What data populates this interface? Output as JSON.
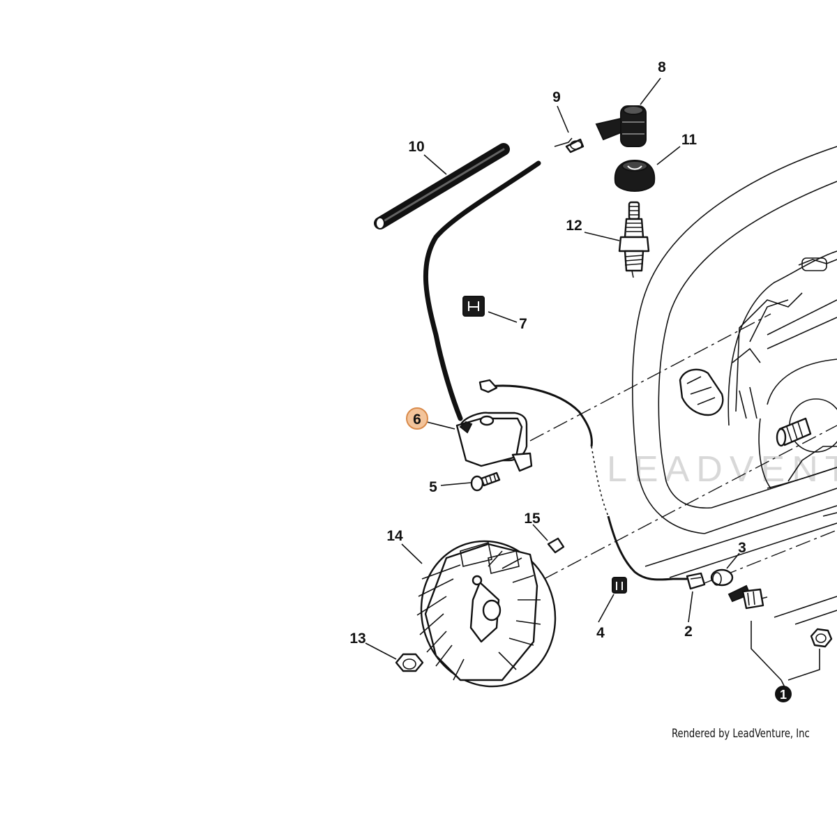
{
  "callouts": {
    "c1": "1",
    "c2": "2",
    "c3": "3",
    "c4": "4",
    "c5": "5",
    "c6": "6",
    "c7": "7",
    "c8": "8",
    "c9": "9",
    "c10": "10",
    "c11": "11",
    "c12": "12",
    "c13": "13",
    "c14": "14",
    "c15": "15"
  },
  "highlight_color": "#f3c49b",
  "watermark": "LEADVENTURE",
  "footer": "Rendered by LeadVenture, Inc"
}
